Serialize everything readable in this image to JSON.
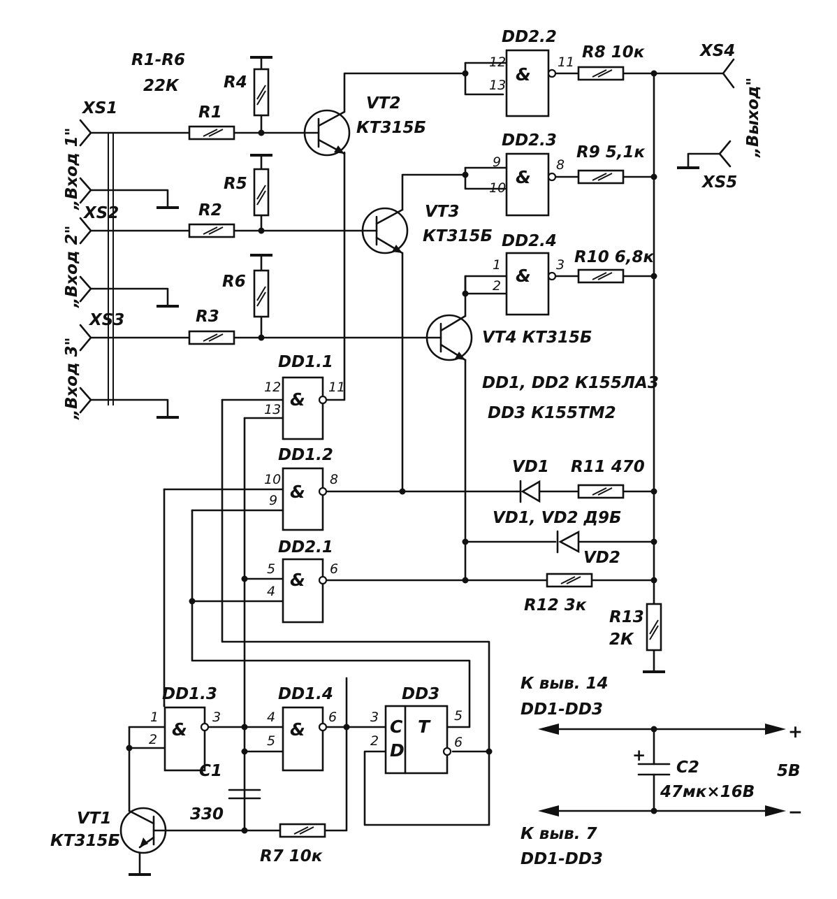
{
  "labels": {
    "r1_r6": "R1-R6",
    "r1_r6_value": "22К",
    "r1": "R1",
    "r2": "R2",
    "r3": "R3",
    "r4": "R4",
    "r5": "R5",
    "r6": "R6",
    "r7": "R7 10к",
    "r8": "R8 10к",
    "r9": "R9 5,1к",
    "r10": "R10 6,8к",
    "r11": "R11 470",
    "r12": "R12 3к",
    "r13": "R13",
    "r13_value": "2К",
    "xs1": "XS1",
    "xs2": "XS2",
    "xs3": "XS3",
    "xs4": "XS4",
    "xs5": "XS5",
    "vt1": "VT1",
    "vt1_type": "КТ315Б",
    "vt2": "VT2",
    "vt2_type": "КТ315Б",
    "vt3": "VT3",
    "vt3_type": "КТ315Б",
    "vt4": "VT4  КТ315Б",
    "dd1_1": "DD1.1",
    "dd1_2": "DD1.2",
    "dd1_3": "DD1.3",
    "dd1_4": "DD1.4",
    "dd2_1": "DD2.1",
    "dd2_2": "DD2.2",
    "dd2_3": "DD2.3",
    "dd2_4": "DD2.4",
    "dd3": "DD3",
    "vd1": "VD1",
    "vd2": "VD2",
    "vd_note": "VD1, VD2  Д9Б",
    "c1": "C1",
    "c1_value": "330",
    "c2": "C2",
    "c2_value": "47мк×16В",
    "c2_plus": "+",
    "ic_note1": "DD1, DD2  К155ЛА3",
    "ic_note2": "DD3  К155ТМ2",
    "input1": "„Вход 1\"",
    "input2": "„Вход 2\"",
    "input3": "„Вход 3\"",
    "output": "„Выход\"",
    "pin14_line1": "К выв. 14",
    "pin14_line2": "DD1-DD3",
    "pin7_line1": "К выв. 7",
    "pin7_line2": "DD1-DD3",
    "supply_plus": "+",
    "supply_minus": "−",
    "supply_voltage": "5В",
    "nand_symbol": "&",
    "dd3_c": "C",
    "dd3_d": "D",
    "dd3_t": "T"
  },
  "pins": {
    "dd2_2_in_a": "12",
    "dd2_2_in_b": "13",
    "dd2_2_out": "11",
    "dd2_3_in_a": "9",
    "dd2_3_in_b": "10",
    "dd2_3_out": "8",
    "dd2_4_in_a": "1",
    "dd2_4_in_b": "2",
    "dd2_4_out": "3",
    "dd1_1_in_a": "12",
    "dd1_1_in_b": "13",
    "dd1_1_out": "11",
    "dd1_2_in_a": "10",
    "dd1_2_in_b": "9",
    "dd1_2_out": "8",
    "dd2_1_in_a": "5",
    "dd2_1_in_b": "4",
    "dd2_1_out": "6",
    "dd1_3_in_a": "1",
    "dd1_3_in_b": "2",
    "dd1_3_out": "3",
    "dd1_4_in_a": "4",
    "dd1_4_in_b": "5",
    "dd1_4_out": "6",
    "dd3_c": "3",
    "dd3_d": "2",
    "dd3_q": "5",
    "dd3_nq": "6"
  }
}
